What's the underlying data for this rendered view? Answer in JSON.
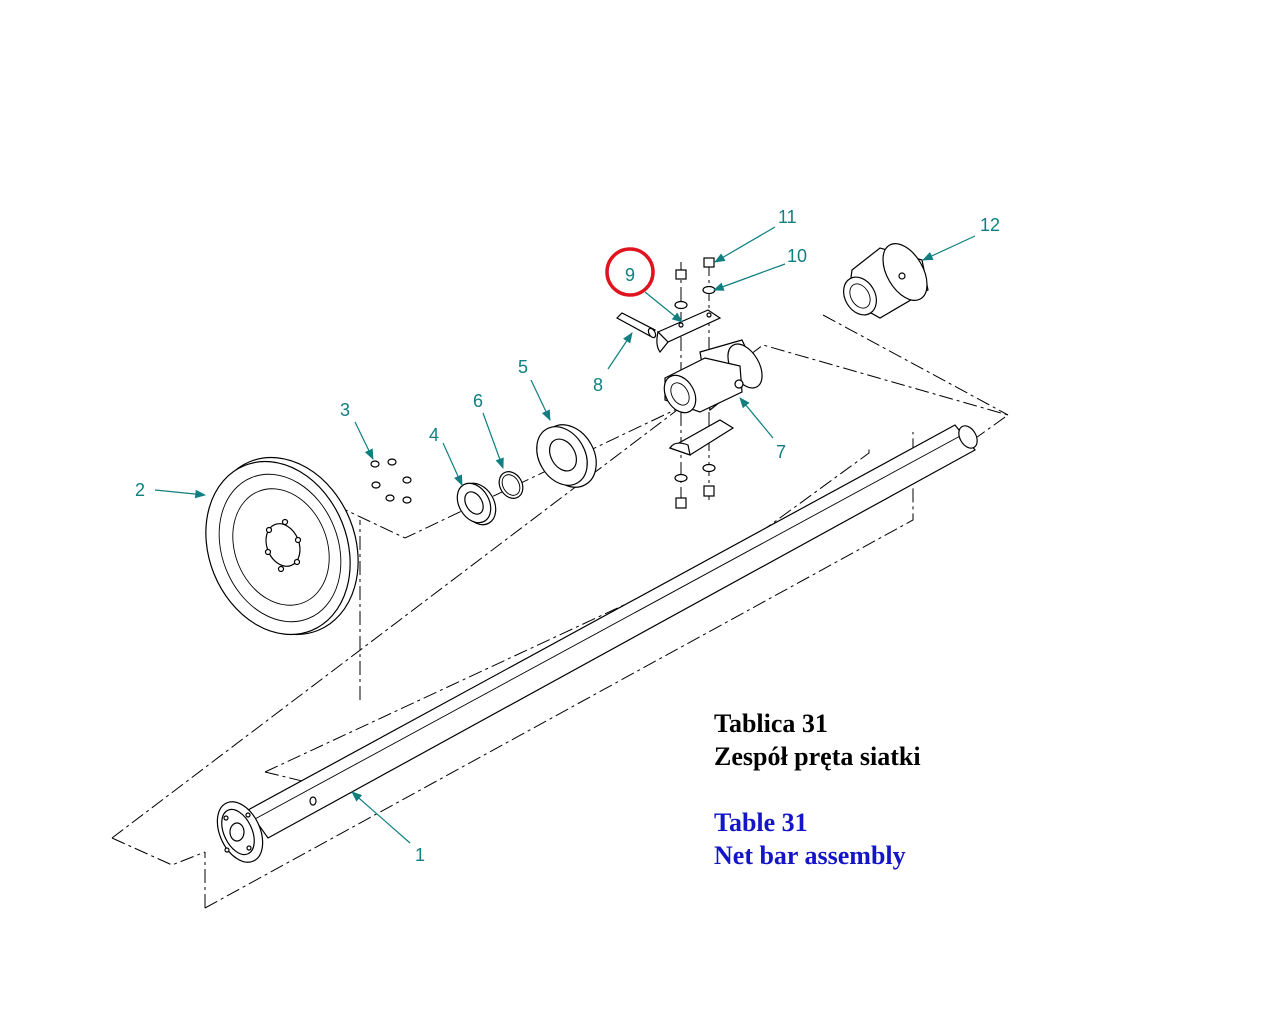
{
  "callouts": [
    {
      "num": "1"
    },
    {
      "num": "2"
    },
    {
      "num": "3"
    },
    {
      "num": "4"
    },
    {
      "num": "5"
    },
    {
      "num": "6"
    },
    {
      "num": "7"
    },
    {
      "num": "8"
    },
    {
      "num": "9",
      "highlighted": true
    },
    {
      "num": "10"
    },
    {
      "num": "11"
    },
    {
      "num": "12"
    }
  ],
  "caption": {
    "pl_table": "Tablica 31",
    "pl_title": "Zespół pręta siatki",
    "en_table": "Table 31",
    "en_title": "Net bar assembly"
  },
  "colors": {
    "callout_text": "#0f7f80",
    "highlight_ring": "#e0141e",
    "caption_polish": "#000000",
    "caption_english": "#1414c8"
  }
}
